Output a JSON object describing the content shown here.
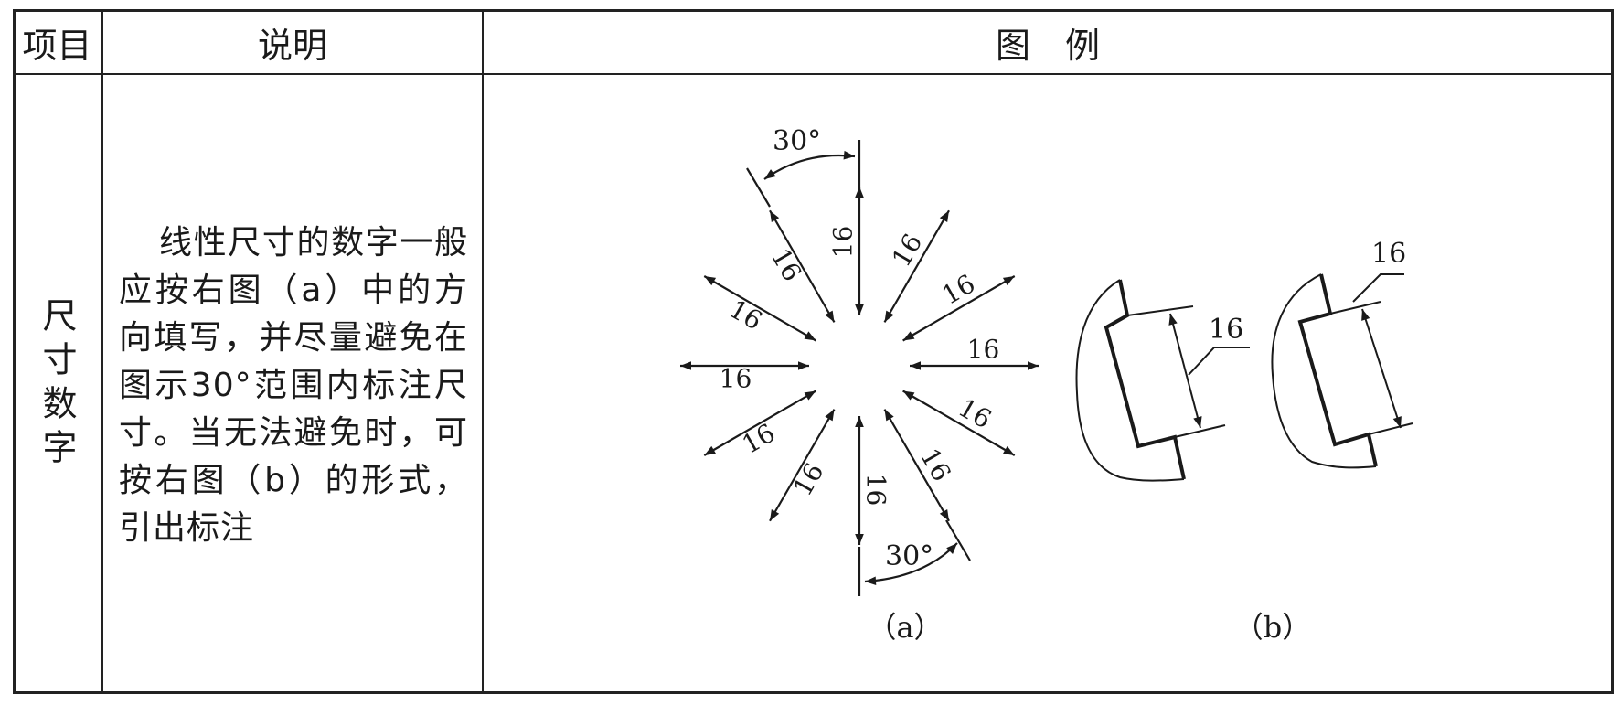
{
  "table": {
    "headers": {
      "item": "项目",
      "description": "说明",
      "example": "图　例"
    },
    "row": {
      "item": "尺寸数字",
      "description": "线性尺寸的数字一般应按右图（a）中的方向填写，并尽量避免在图示30°范围内标注尺寸。当无法避免时，可按右图（b）的形式，引出标注",
      "figure": {
        "dimension_value": "16",
        "angle_label": "30°",
        "caption_a": "（a）",
        "caption_b": "（b）"
      }
    }
  }
}
